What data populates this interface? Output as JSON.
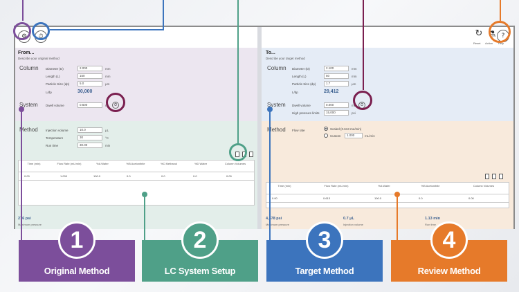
{
  "colors": {
    "purple": "#7c4e9b",
    "teal": "#4fa088",
    "blue": "#3c74bd",
    "orange": "#e67a2a",
    "maroon": "#7a1f4f",
    "app_border": "#8c8c8c",
    "value_blue": "#3a5f8f"
  },
  "toolbar": {
    "reset_label": "Reset",
    "action_label": "Action",
    "help_label": "Help"
  },
  "from_panel": {
    "title": "From...",
    "description": "Describe your original method",
    "column": {
      "heading": "Column",
      "diameter_label": "Diameter (D)",
      "diameter_value": "2.000",
      "diameter_unit": "mm",
      "length_label": "Length (L)",
      "length_value": "150",
      "length_unit": "mm",
      "particle_label": "Particle Size (dp)",
      "particle_value": "5.0",
      "particle_unit": "μm",
      "ldp_label": "L/dp",
      "ldp_value": "30,000"
    },
    "system": {
      "heading": "System",
      "dwell_label": "Dwell volume",
      "dwell_value": "0.600",
      "dwell_unit": "mL"
    },
    "method": {
      "heading": "Method",
      "injection_label": "Injection volume",
      "injection_value": "10.0",
      "injection_unit": "μL",
      "temperature_label": "Temperature",
      "temperature_value": "30",
      "temperature_unit": "°C",
      "runtime_label": "Run time",
      "runtime_value": "30.00",
      "runtime_unit": "min"
    },
    "table": {
      "headers": [
        "Time (min)",
        "Flow Rate (mL/min)",
        "%A Water",
        "%B Acetonitrile",
        "%C Methanol",
        "%D Water",
        "Column Volumes"
      ],
      "row": [
        "0.00",
        "1.000",
        "100.0",
        "0.0",
        "0.0",
        "0.0",
        "0.00"
      ]
    },
    "summary": {
      "pressure_value": "276 psi",
      "pressure_label": "Maximum pressure"
    }
  },
  "to_panel": {
    "title": "To...",
    "description": "Describe your target method",
    "column": {
      "heading": "Column",
      "diameter_label": "Diameter (D)",
      "diameter_value": "2.100",
      "diameter_unit": "mm",
      "length_label": "Length (L)",
      "length_value": "50",
      "length_unit": "mm",
      "particle_label": "Particle Size (dp)",
      "particle_value": "1.7",
      "particle_unit": "μm",
      "ldp_label": "L/dp",
      "ldp_value": "29,412"
    },
    "system": {
      "heading": "System",
      "dwell_label": "Dwell volume",
      "dwell_value": "0.000",
      "dwell_unit": "mL",
      "pressure_label": "High pressure limits",
      "pressure_value": "15,000",
      "pressure_unit": "psi"
    },
    "method": {
      "heading": "Method",
      "flow_label": "Flow rate",
      "option_scaled": "Scaled (0.613 mL/min)",
      "option_custom": "Custom",
      "custom_value": "1.000",
      "custom_unit": "mL/min"
    },
    "table": {
      "headers": [
        "Time (min)",
        "Flow Rate (mL/min)",
        "%A Water",
        "%B Acetonitrile",
        "Column Volumes"
      ],
      "row": [
        "0.00",
        "0.613",
        "100.0",
        "0.0",
        "0.00"
      ]
    },
    "summary": {
      "pressure_value": "4,578 psi",
      "pressure_label": "Maximum pressure",
      "injection_value": "0.7 μL",
      "injection_label": "Injection volume",
      "runtime_value": "1.13 min",
      "runtime_label": "Run time"
    }
  },
  "steps": [
    {
      "number": "1",
      "label": "Original Method"
    },
    {
      "number": "2",
      "label": "LC System Setup"
    },
    {
      "number": "3",
      "label": "Target Method"
    },
    {
      "number": "4",
      "label": "Review Method"
    }
  ]
}
